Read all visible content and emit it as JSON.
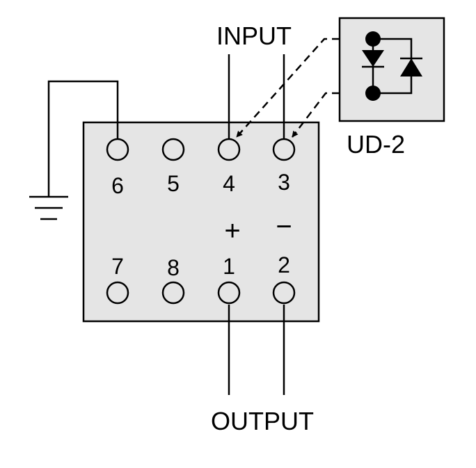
{
  "diagram": {
    "input_label": "INPUT",
    "output_label": "OUTPUT",
    "module_label": "UD-2",
    "pins": {
      "p6": "6",
      "p5": "5",
      "p4": "4",
      "p3": "3",
      "p7": "7",
      "p8": "8",
      "p1": "1",
      "p2": "2"
    },
    "polarity": {
      "plus": "+",
      "minus": "−"
    },
    "colors": {
      "stroke": "#000000",
      "body_fill": "#e5e5e5",
      "pin_fill": "#e5e5e5"
    }
  }
}
